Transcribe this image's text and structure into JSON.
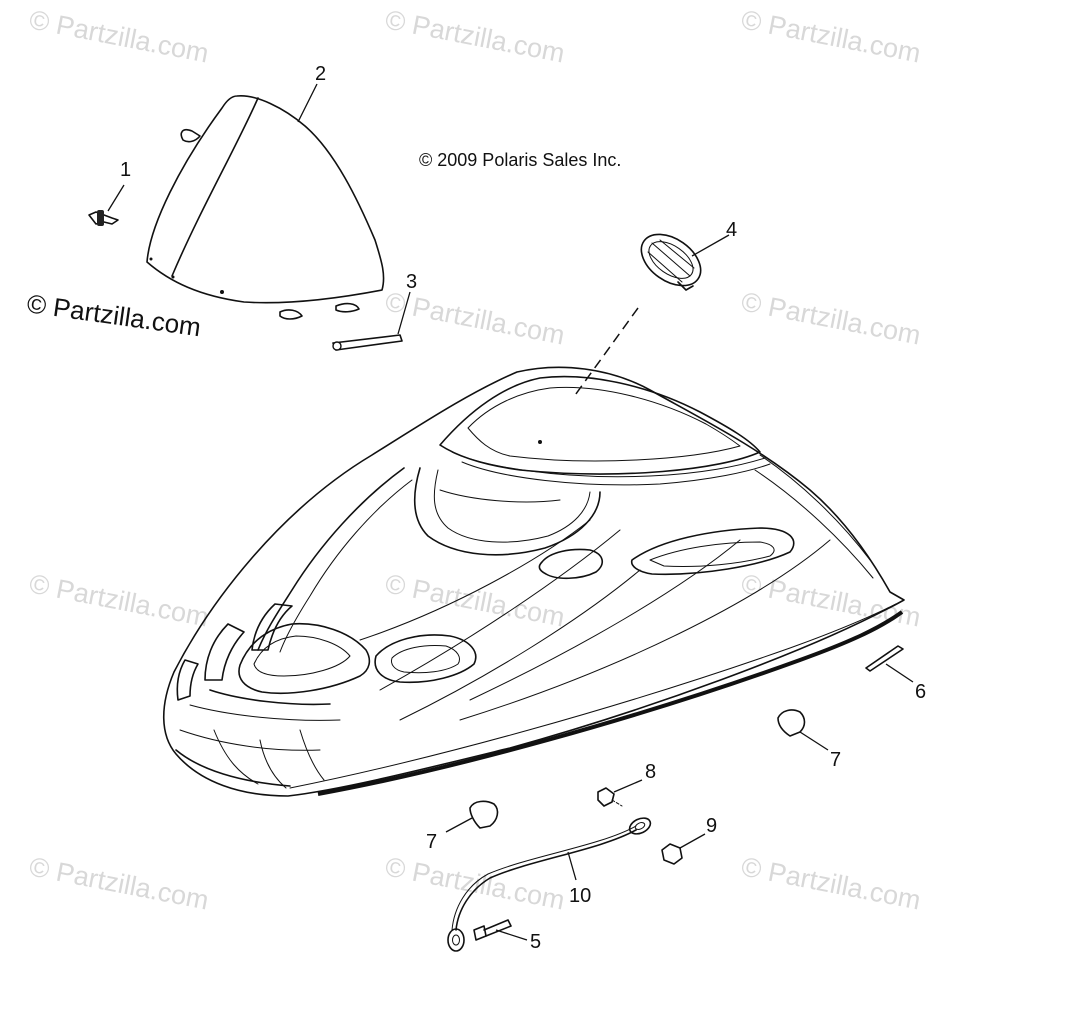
{
  "copyright": "© 2009 Polaris Sales Inc.",
  "side_watermark": "© Partzilla.com",
  "watermark_text": "© Partzilla.com",
  "watermarks": [
    {
      "id": "wm1"
    },
    {
      "id": "wm2"
    },
    {
      "id": "wm3"
    },
    {
      "id": "wm4"
    },
    {
      "id": "wm5"
    },
    {
      "id": "wm6"
    },
    {
      "id": "wm7"
    },
    {
      "id": "wm8"
    },
    {
      "id": "wm9"
    },
    {
      "id": "wm10"
    },
    {
      "id": "wm11"
    }
  ],
  "callouts": {
    "c1": "1",
    "c2": "2",
    "c3": "3",
    "c4": "4",
    "c5": "5",
    "c6": "6",
    "c7a": "7",
    "c7b": "7",
    "c8": "8",
    "c9": "9",
    "c10": "10"
  },
  "colors": {
    "line": "#111111",
    "watermark": "#d8d8d8",
    "background": "#ffffff"
  }
}
